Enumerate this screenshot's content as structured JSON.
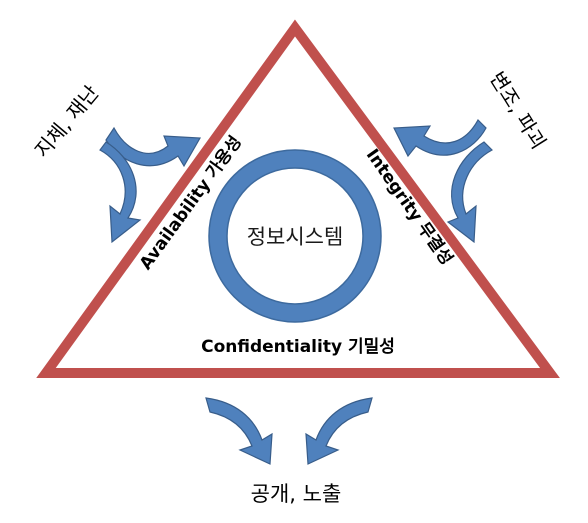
{
  "center": {
    "label": "정보시스템"
  },
  "properties": {
    "availability": "Availability 가용성",
    "integrity": "Integrity 무결성",
    "confidentiality": "Confidentiality 기밀성"
  },
  "threats": {
    "left": "지체, 재난",
    "right": "변조, 파괴",
    "bottom": "공개, 노출"
  },
  "colors": {
    "triangle": "#c0504d",
    "ring": "#4f81bd",
    "arrow": "#4f81bd"
  }
}
